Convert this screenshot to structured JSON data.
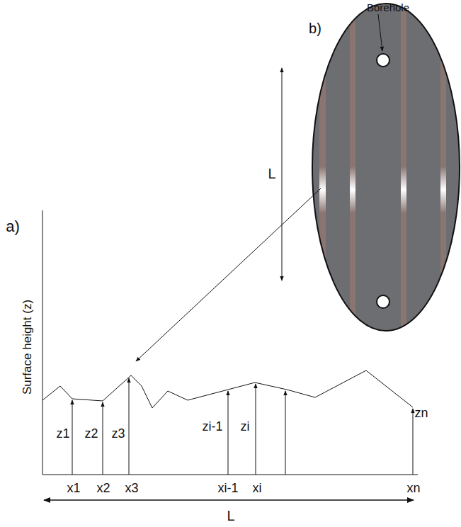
{
  "diagram": {
    "labels": [
      "Borehole",
      "b)",
      "L",
      "a)",
      "Surface height (z)",
      "z1",
      "z2",
      "z3",
      "zi-1",
      "zi",
      "zn",
      "x1",
      "x2",
      "x3",
      "xi-1",
      "xi",
      "xn",
      "L"
    ]
  }
}
